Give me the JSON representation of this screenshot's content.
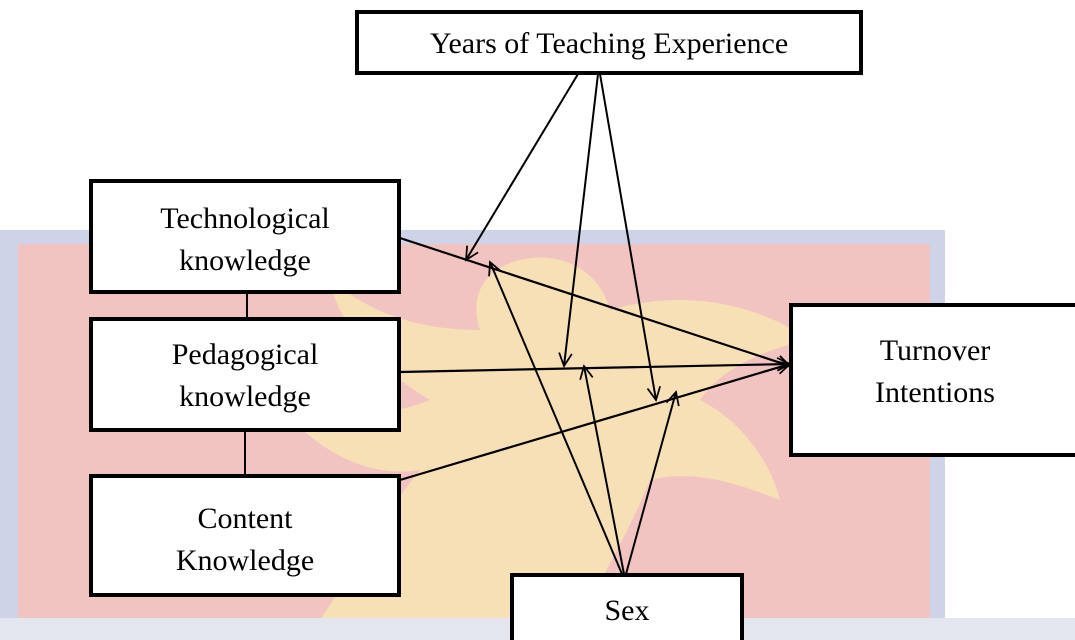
{
  "nodes": {
    "years": {
      "lines": [
        "Years of Teaching Experience"
      ]
    },
    "tk": {
      "lines": [
        "Technological",
        "knowledge"
      ]
    },
    "pk": {
      "lines": [
        "Pedagogical",
        "knowledge"
      ]
    },
    "ck": {
      "lines": [
        "Content",
        "Knowledge"
      ]
    },
    "turnover": {
      "lines": [
        "Turnover",
        "Intentions"
      ]
    },
    "sex": {
      "lines": [
        "Sex"
      ]
    }
  },
  "edges": [
    {
      "from": "tk",
      "to": "turnover",
      "type": "direct"
    },
    {
      "from": "pk",
      "to": "turnover",
      "type": "direct"
    },
    {
      "from": "ck",
      "to": "turnover",
      "type": "direct"
    },
    {
      "from": "tk",
      "to": "pk",
      "type": "correlation"
    },
    {
      "from": "pk",
      "to": "ck",
      "type": "correlation"
    },
    {
      "from": "years",
      "to": "tk-turnover",
      "type": "moderation"
    },
    {
      "from": "years",
      "to": "pk-turnover",
      "type": "moderation"
    },
    {
      "from": "years",
      "to": "ck-turnover",
      "type": "moderation"
    },
    {
      "from": "sex",
      "to": "tk-turnover",
      "type": "moderation"
    },
    {
      "from": "sex",
      "to": "pk-turnover",
      "type": "moderation"
    },
    {
      "from": "sex",
      "to": "ck-turnover",
      "type": "moderation"
    }
  ],
  "colors": {
    "background_flag_red": "#f2c4c1",
    "background_flag_blue": "#cfd3e8",
    "background_eagle_gold": "#f7e3b4",
    "line": "#000000",
    "box_fill": "#ffffff"
  }
}
